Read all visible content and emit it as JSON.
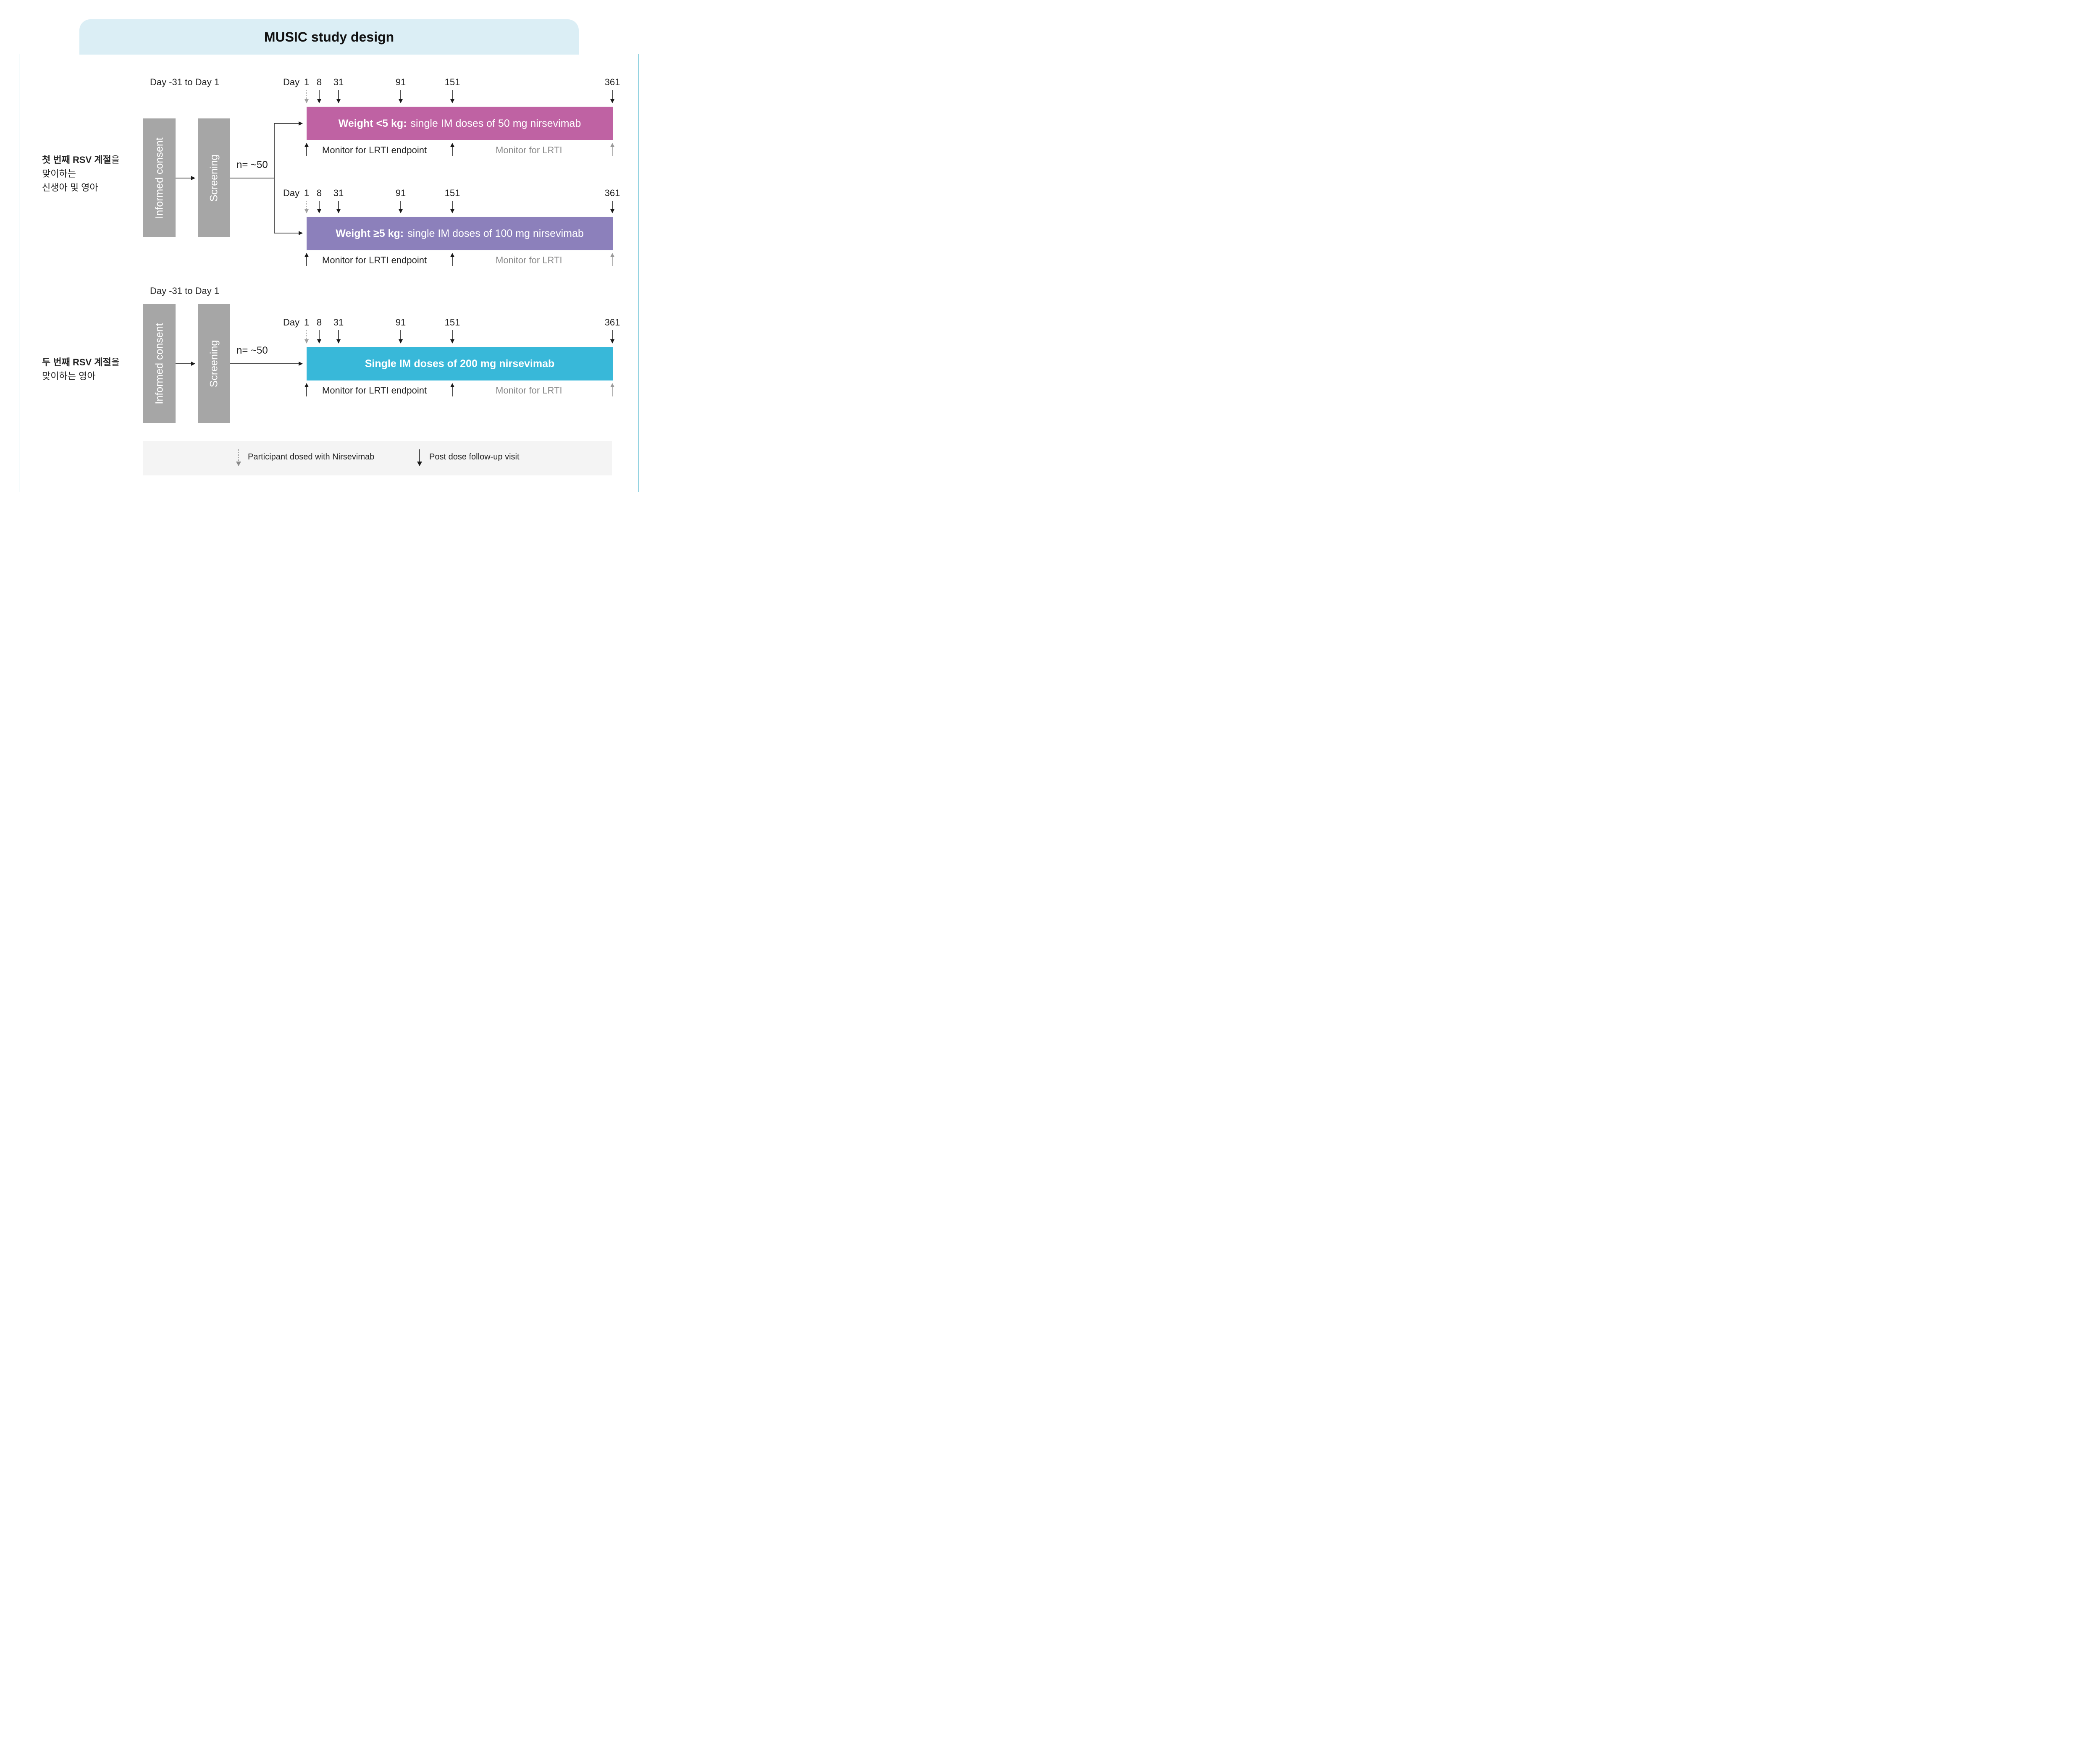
{
  "title": "MUSIC study design",
  "cohorts": [
    {
      "label_bold": "첫 번째 RSV 계절",
      "label_rest": "을",
      "label_line2": "맞이하는",
      "label_line3": "신생아 및 영아",
      "period": "Day -31 to Day 1",
      "consent": "Informed consent",
      "screening": "Screening",
      "n": "n= ~50"
    },
    {
      "label_bold": "두 번째 RSV 계절",
      "label_rest": "을",
      "label_line2": "맞이하는 영아",
      "period": "Day -31 to Day 1",
      "consent": "Informed consent",
      "screening": "Screening",
      "n": "n= ~50"
    }
  ],
  "timeline": {
    "day_word": "Day",
    "days": [
      "1",
      "8",
      "31",
      "91",
      "151",
      "361"
    ]
  },
  "arms": [
    {
      "bold": "Weight <5 kg:",
      "text": "single IM doses of  50 mg nirsevimab",
      "color": "#bf62a3"
    },
    {
      "bold": "Weight ≥5 kg:",
      "text": "single IM doses of  100 mg nirsevimab",
      "color": "#8c80bb"
    },
    {
      "bold": "Single IM doses of  200 mg nirsevimab",
      "text": "",
      "color": "#38b8d9"
    }
  ],
  "monitor": {
    "endpoint": "Monitor for LRTI endpoint",
    "followup": "Monitor for LRTI"
  },
  "legend": {
    "dosed": "Participant dosed with Nirsevimab",
    "visit": "Post dose follow-up visit"
  },
  "colors": {
    "header_bg": "#dbeef5",
    "frame": "#6fc3d6",
    "box_gray": "#a6a6a6",
    "legend_bg": "#f4f4f4"
  }
}
